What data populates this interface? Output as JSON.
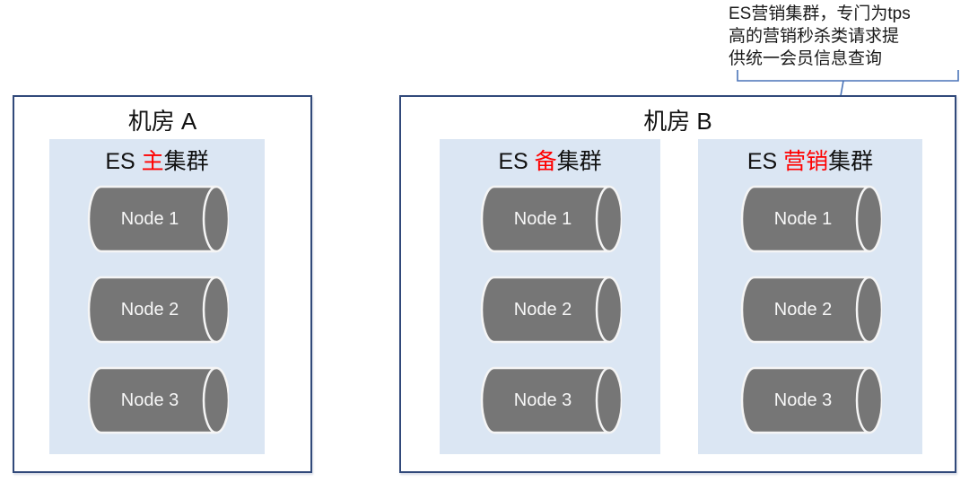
{
  "callout": {
    "lines": [
      "ES营销集群，专门为tps",
      "高的营销秒杀类请求提",
      "供统一会员信息查询"
    ]
  },
  "rooms": [
    {
      "title": "机房 A",
      "clusters": [
        {
          "prefix": "ES ",
          "highlight": "主",
          "suffix": "集群",
          "nodes": [
            "Node 1",
            "Node 2",
            "Node 3"
          ]
        }
      ]
    },
    {
      "title": "机房 B",
      "clusters": [
        {
          "prefix": "ES ",
          "highlight": "备",
          "suffix": "集群",
          "nodes": [
            "Node 1",
            "Node 2",
            "Node 3"
          ]
        },
        {
          "prefix": "ES ",
          "highlight": "营销",
          "suffix": "集群",
          "nodes": [
            "Node 1",
            "Node 2",
            "Node 3"
          ]
        }
      ]
    }
  ],
  "colors": {
    "highlight_red": "#ff0000",
    "room_border": "#31497a",
    "cluster_fill": "#dbe6f3",
    "cylinder_fill": "#767676",
    "cylinder_outline": "#f5f5f5",
    "callout_line": "#4a74b8"
  }
}
